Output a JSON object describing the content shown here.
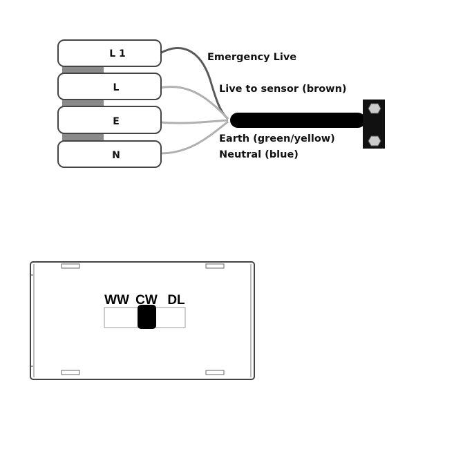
{
  "wiring_diagram": {
    "terminals": [
      {
        "label": "L 1"
      },
      {
        "label": "L"
      },
      {
        "label": "E"
      },
      {
        "label": "N"
      }
    ],
    "wire_labels": {
      "emergency_live": "Emergency Live",
      "live_to_sensor": "Live to sensor (brown)",
      "earth": "Earth (green/yellow)",
      "neutral": "Neutral (blue)"
    }
  },
  "cct_switch": {
    "options": [
      "WW",
      "CW",
      "DL"
    ],
    "selected": "CW"
  }
}
